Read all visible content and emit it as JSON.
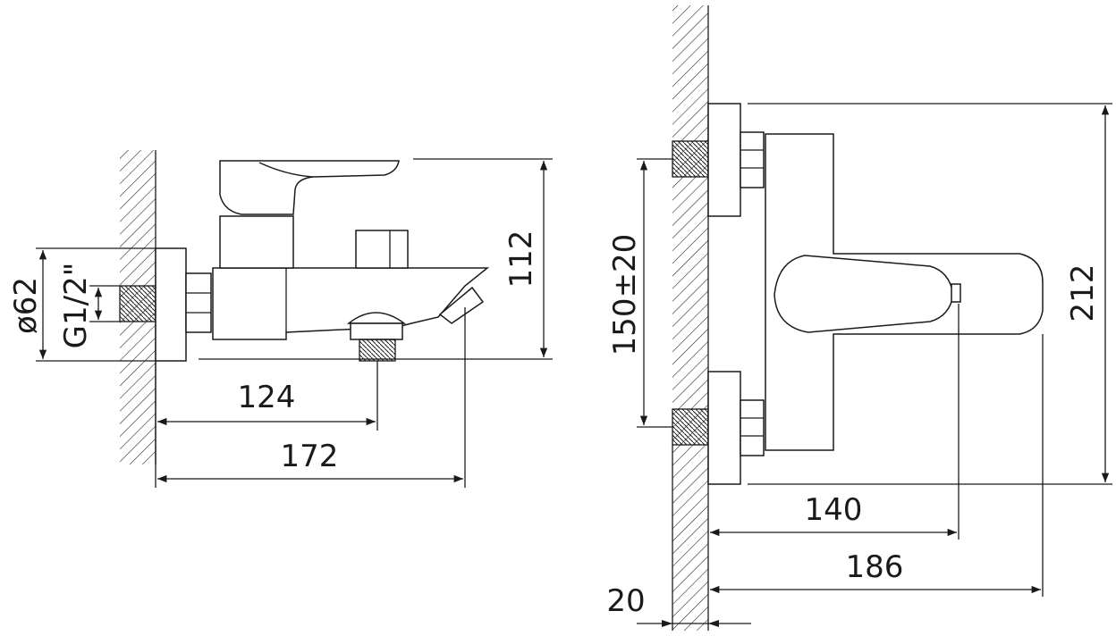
{
  "side_view": {
    "height": "112",
    "diameter": "ø62",
    "thread": "G1/2\"",
    "outlet_distance": "124",
    "depth": "172"
  },
  "front_view": {
    "total_height": "212",
    "connection_spacing": "150±20",
    "handle_depth": "140",
    "total_depth": "186",
    "wall_offset": "20"
  },
  "colors": {
    "line": "#1a1a1a",
    "background": "#ffffff"
  }
}
